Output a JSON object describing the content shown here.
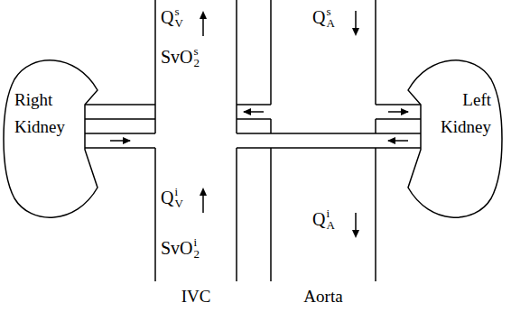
{
  "diagram": {
    "nodes": [
      {
        "text": [
          "Right Kidney"
        ]
      },
      {
        "text": [
          "IVC"
        ]
      },
      {
        "text": [
          "Aorta"
        ]
      },
      {
        "text": [
          "Left Kidney"
        ]
      }
    ],
    "edges": [
      {
        "from": 2,
        "to": 0,
        "arrow": "to"
      },
      {
        "from": 0,
        "to": 1,
        "arrow": "to"
      },
      {
        "from": 2,
        "to": 3,
        "arrow": "to"
      },
      {
        "from": 3,
        "to": 1,
        "arrow": "to"
      }
    ],
    "labels": [
      "Q",
      "V",
      "s",
      "SvO",
      "2",
      "s",
      "Q",
      "A",
      "s",
      "Q",
      "V",
      "i",
      "SvO",
      "2",
      "i",
      "Q",
      "A",
      "i"
    ]
  }
}
